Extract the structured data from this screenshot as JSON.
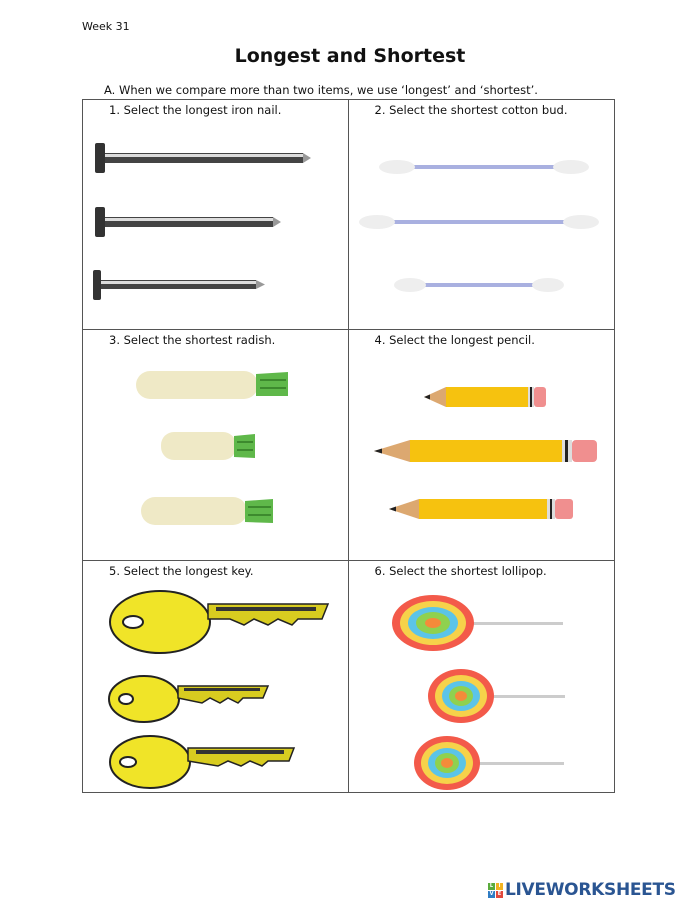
{
  "header": {
    "week": "Week 31",
    "title": "Longest and Shortest",
    "instruction": "A.  When we compare more than two items, we use ‘longest’ and ‘shortest’."
  },
  "questions": [
    {
      "label": "1.   Select the longest iron nail.",
      "object": "nail",
      "items": [
        {
          "length": 212
        },
        {
          "length": 172
        },
        {
          "length": 168
        }
      ]
    },
    {
      "label": "2.   Select the shortest cotton bud.",
      "object": "cotton-bud",
      "items": [
        {
          "length": 205
        },
        {
          "length": 235
        },
        {
          "length": 166
        }
      ]
    },
    {
      "label": "3.   Select the shortest radish.",
      "object": "radish",
      "items": [
        {
          "length": 165
        },
        {
          "length": 100
        },
        {
          "length": 145
        }
      ]
    },
    {
      "label": "4.   Select the longest pencil.",
      "object": "pencil",
      "items": [
        {
          "length": 118
        },
        {
          "length": 222
        },
        {
          "length": 185
        }
      ]
    },
    {
      "label": "5.   Select the longest key.",
      "object": "key",
      "items": [
        {
          "length": 220
        },
        {
          "length": 157
        },
        {
          "length": 183
        }
      ]
    },
    {
      "label": "6.   Select the shortest lollipop.",
      "object": "lollipop",
      "items": [
        {
          "length": 172
        },
        {
          "length": 138
        },
        {
          "length": 150
        }
      ]
    }
  ],
  "footer": {
    "logo_text": "LIVEWORKSHEETS",
    "logo_blocks": [
      "L",
      "I",
      "V",
      "E"
    ],
    "logo_colors": [
      "#5aab3c",
      "#f2b320",
      "#2f7cc4",
      "#e2483d"
    ]
  }
}
